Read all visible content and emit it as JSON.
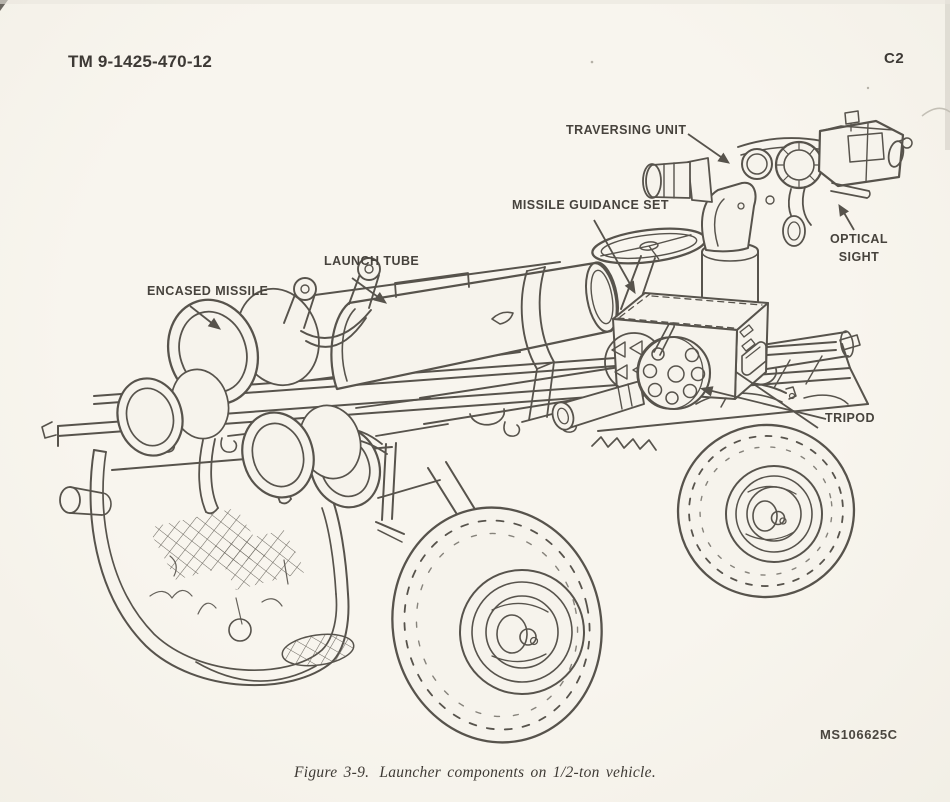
{
  "page": {
    "tm_number": "TM 9-1425-470-12",
    "change_number": "C2"
  },
  "figure": {
    "drawing_number": "MS106625C",
    "caption": {
      "prefix": "Figure 3-9.",
      "text": "Launcher components on 1/2-ton vehicle."
    },
    "callouts": {
      "traversing_unit": "TRAVERSING UNIT",
      "missile_guidance_set": "MISSILE GUIDANCE SET",
      "launch_tube": "LAUNCH TUBE",
      "encased_missile": "ENCASED MISSILE",
      "optical_sight_line1": "OPTICAL",
      "optical_sight_line2": "SIGHT",
      "tripod": "TRIPOD"
    },
    "colors": {
      "paper": "#f6f3ec",
      "ink": "#57534c",
      "label_ink": "#47433d"
    }
  }
}
